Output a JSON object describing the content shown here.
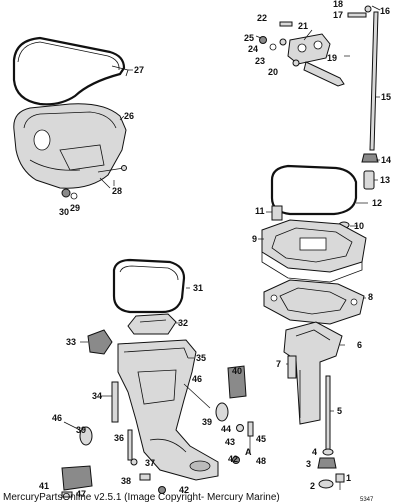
{
  "caption": "MercuryPartsOnline v2.5.1 (Image Copyright- Mercury Marine)",
  "drawing_code": "5347",
  "letter_a": "A",
  "callouts": [
    "1",
    "2",
    "3",
    "4",
    "5",
    "6",
    "7",
    "8",
    "9",
    "10",
    "11",
    "12",
    "13",
    "14",
    "15",
    "16",
    "17",
    "18",
    "19",
    "20",
    "21",
    "22",
    "23",
    "24",
    "25",
    "26",
    "27",
    "28",
    "29",
    "30",
    "31",
    "32",
    "33",
    "34",
    "35",
    "36",
    "37",
    "38",
    "39",
    "40",
    "41",
    "42",
    "43",
    "44",
    "45",
    "46",
    "47",
    "48"
  ]
}
